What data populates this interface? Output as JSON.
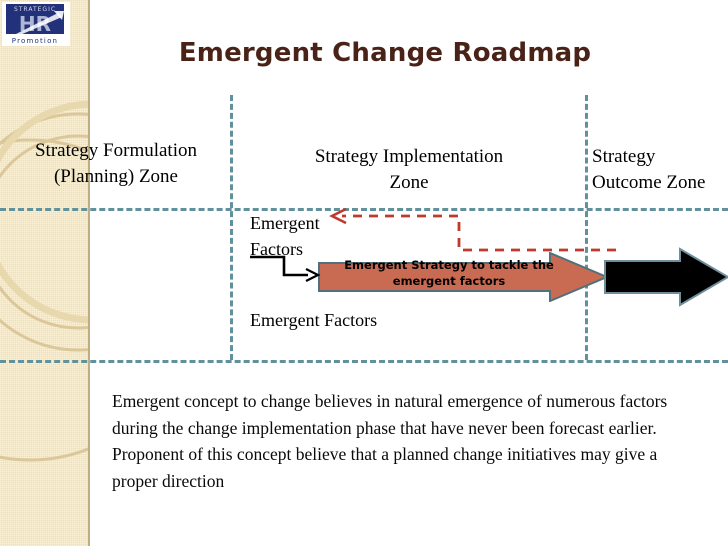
{
  "slide": {
    "title": "Emergent Change Roadmap",
    "title_color": "#4A2318"
  },
  "logo": {
    "top_text": "STRATEGIC",
    "main_text": "HR",
    "bottom_text": "Promotion",
    "brand_color": "#22317A",
    "letter_color": "#AEB6D4"
  },
  "zones": {
    "formulation": "Strategy Formulation (Planning) Zone",
    "formulation_line1": "Strategy Formulation",
    "formulation_line2": "(Planning) Zone",
    "implementation_line1": "Strategy Implementation",
    "implementation_line2": "Zone",
    "outcome_line1": "Strategy",
    "outcome_line2": "Outcome Zone",
    "divider_color": "#62919E"
  },
  "diagram": {
    "emergent_factors_top_line1": "Emergent",
    "emergent_factors_top_line2": "Factors",
    "emergent_factors_bottom": "Emergent Factors",
    "orange_arrow_line1": "Emergent Strategy to tackle the",
    "orange_arrow_line2": "emergent factors",
    "orange_arrow_color": "#C86B52",
    "orange_arrow_outline": "#51707C",
    "black_arrow_color": "#000000",
    "black_arrow_outline": "#6E8E9C",
    "feedback_line_color": "#C0392B",
    "connector_color": "#000000"
  },
  "body": {
    "paragraph": "Emergent concept to change believes in natural emergence of numerous factors during the change implementation phase that have never been forecast earlier. Proponent of this concept believe that a planned change initiatives may give a proper direction"
  }
}
